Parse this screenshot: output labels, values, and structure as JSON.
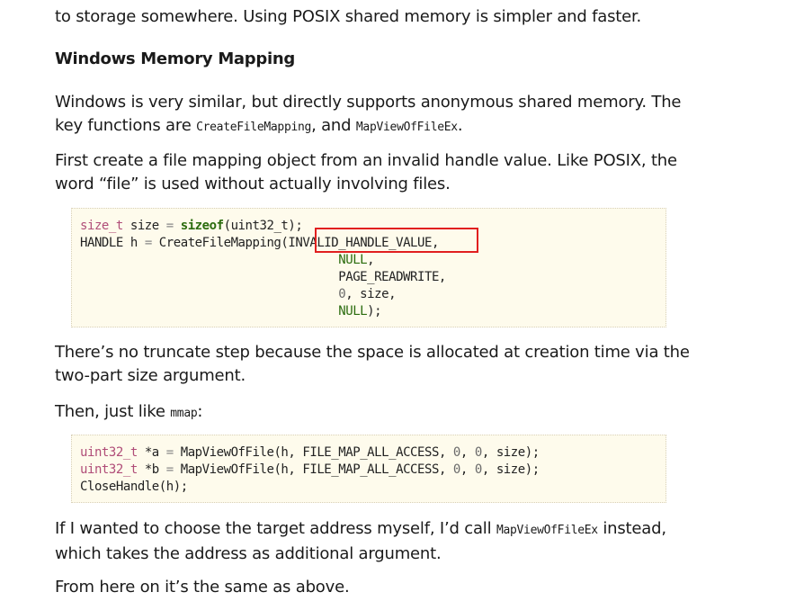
{
  "intro": {
    "clipped_text": "to storage somewhere. Using POSIX shared memory is simpler and faster."
  },
  "section": {
    "title": "Windows Memory Mapping"
  },
  "para1": {
    "text_a": "Windows is very similar, but directly supports anonymous shared memory. The key functions are ",
    "code_a": "CreateFileMapping",
    "text_b": ", and ",
    "code_b": "MapViewOfFileEx",
    "text_c": "."
  },
  "para2": {
    "text": "First create a file mapping object from an invalid handle value. Like POSIX, the word “file” is used without actually involving files."
  },
  "code1": {
    "l1_type": "size_t",
    "l1_mid": " size ",
    "l1_eq": "=",
    "l1_sp": " ",
    "l1_kw": "sizeof",
    "l1_tail": "(uint32_t);",
    "l2_a": "HANDLE h ",
    "l2_eq": "=",
    "l2_b": " CreateFileMapping(",
    "l2_arg": "INVALID_HANDLE_VALUE",
    "l2_comma": ",",
    "l3_indent": "                                    ",
    "l3_null": "NULL",
    "l3_comma": ",",
    "l4": "                                    PAGE_READWRITE,",
    "l5_indent": "                                    ",
    "l5_num": "0",
    "l5_tail": ", size,",
    "l6_indent": "                                    ",
    "l6_null": "NULL",
    "l6_tail": ");"
  },
  "para3": {
    "text": "There’s no truncate step because the space is allocated at creation time via the two-part size argument."
  },
  "para4": {
    "text_a": "Then, just like ",
    "code": "mmap",
    "text_b": ":"
  },
  "code2": {
    "l1_type": "uint32_t",
    "l1_a": " *a ",
    "l1_eq": "=",
    "l1_b": " MapViewOfFile(h, FILE_MAP_ALL_ACCESS, ",
    "l1_n1": "0",
    "l1_c": ", ",
    "l1_n2": "0",
    "l1_d": ", size);",
    "l2_type": "uint32_t",
    "l2_a": " *b ",
    "l2_eq": "=",
    "l2_b": " MapViewOfFile(h, FILE_MAP_ALL_ACCESS, ",
    "l2_n1": "0",
    "l2_c": ", ",
    "l2_n2": "0",
    "l2_d": ", size);",
    "l3": "CloseHandle(h);"
  },
  "para5": {
    "text_a": "If I wanted to choose the target address myself, I’d call ",
    "code": "MapViewOfFileEx",
    "text_b": " instead, which takes the address as additional argument."
  },
  "para6": {
    "text": "From here on it’s the same as above."
  },
  "colors": {
    "highlight": "#e11f1f",
    "code_bg": "#fefbec",
    "type": "#b04d78",
    "keyword": "#2b6c0e"
  }
}
